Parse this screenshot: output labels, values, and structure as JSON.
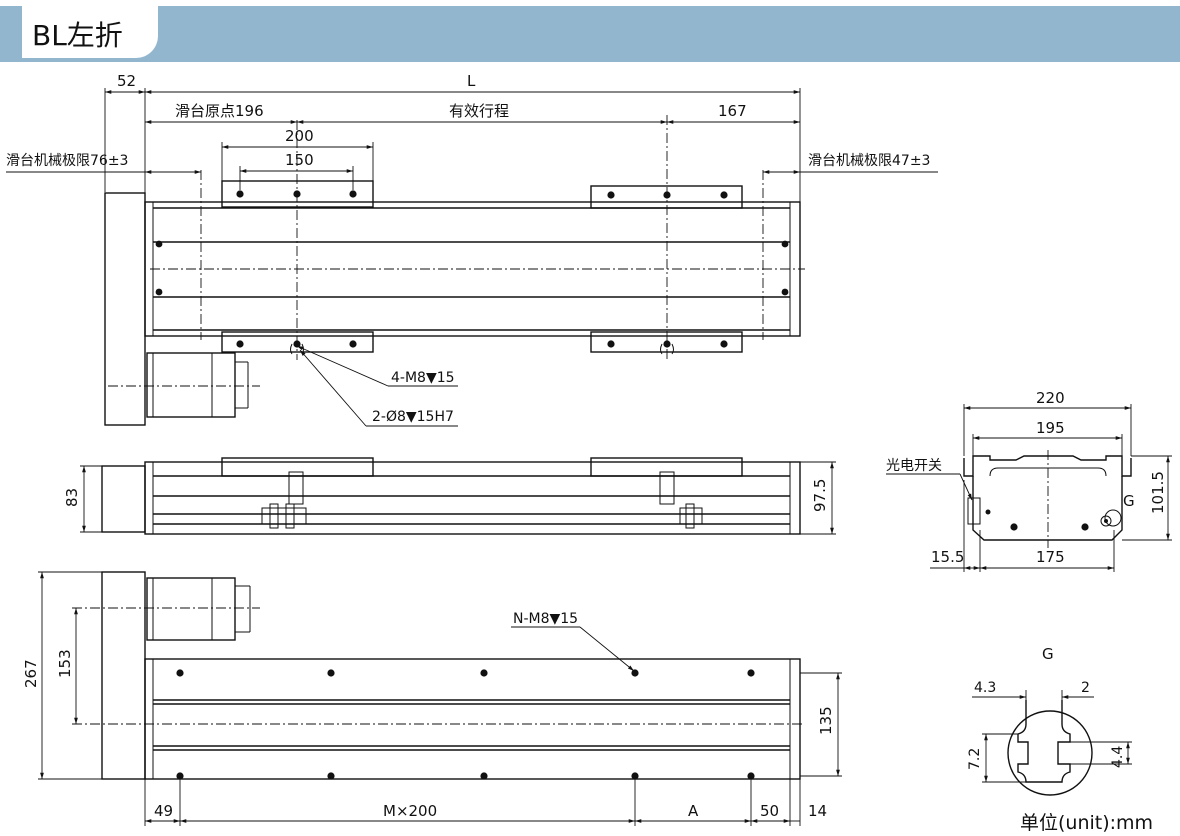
{
  "header": {
    "title": "BL左折"
  },
  "top_view": {
    "dim_52": "52",
    "dim_L": "L",
    "slide_origin": "滑台原点196",
    "effective_stroke": "有效行程",
    "dim_167": "167",
    "dim_200": "200",
    "dim_150": "150",
    "mech_limit_left": "滑台机械极限76±3",
    "mech_limit_right": "滑台机械极限47±3",
    "hole_callout_1": "4-M8▼15",
    "hole_callout_2": "2-Ø8▼15H7"
  },
  "side_view": {
    "dim_83": "83",
    "dim_97_5": "97.5"
  },
  "bottom_view": {
    "dim_267": "267",
    "dim_153": "153",
    "dim_135": "135",
    "hole_callout": "N-M8▼15",
    "dim_49": "49",
    "dim_Mx200": "M×200",
    "dim_A": "A",
    "dim_50": "50",
    "dim_14": "14"
  },
  "section_view": {
    "dim_220": "220",
    "dim_195": "195",
    "photo_switch": "光电开关",
    "dim_101_5": "101.5",
    "label_G": "G",
    "dim_15_5": "15.5",
    "dim_175": "175"
  },
  "detail_G": {
    "title": "G",
    "dim_4_3": "4.3",
    "dim_2": "2",
    "dim_7_2": "7.2",
    "dim_4_4": "4.4"
  },
  "unit_note": "单位(unit):mm"
}
